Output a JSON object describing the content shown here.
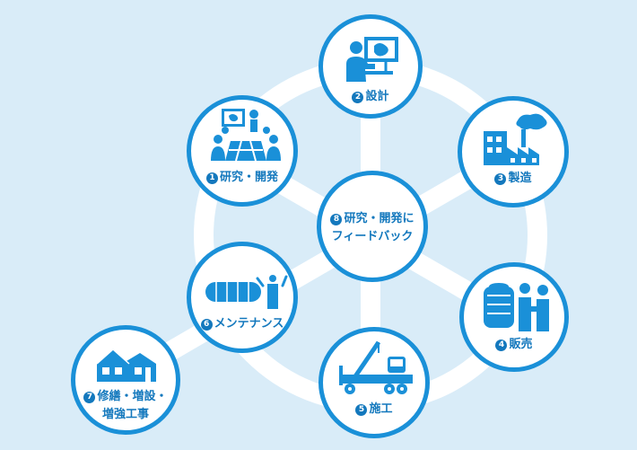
{
  "colors": {
    "background": "#d9ecf8",
    "connector": "#ffffff",
    "accent": "#1a90d8",
    "text": "#1378bd"
  },
  "nodes": {
    "design": {
      "num": "2",
      "label": "設計",
      "icon": "designer-computer-icon"
    },
    "manufacturing": {
      "num": "3",
      "label": "製造",
      "icon": "factory-icon"
    },
    "sales": {
      "num": "4",
      "label": "販売",
      "icon": "tank-sales-icon"
    },
    "construction": {
      "num": "5",
      "label": "施工",
      "icon": "crane-truck-icon"
    },
    "maintenance": {
      "num": "6",
      "label": "メンテナンス",
      "icon": "pipe-wrench-icon"
    },
    "research": {
      "num": "1",
      "label": "研究・開発",
      "icon": "presentation-meeting-icon"
    },
    "feedback": {
      "num": "8",
      "label_line1": "研究・開発に",
      "label_line2": "フィードバック"
    },
    "renovation": {
      "num": "7",
      "label_line1": "修繕・増設・",
      "label_line2": "増強工事",
      "icon": "house-icon"
    }
  }
}
